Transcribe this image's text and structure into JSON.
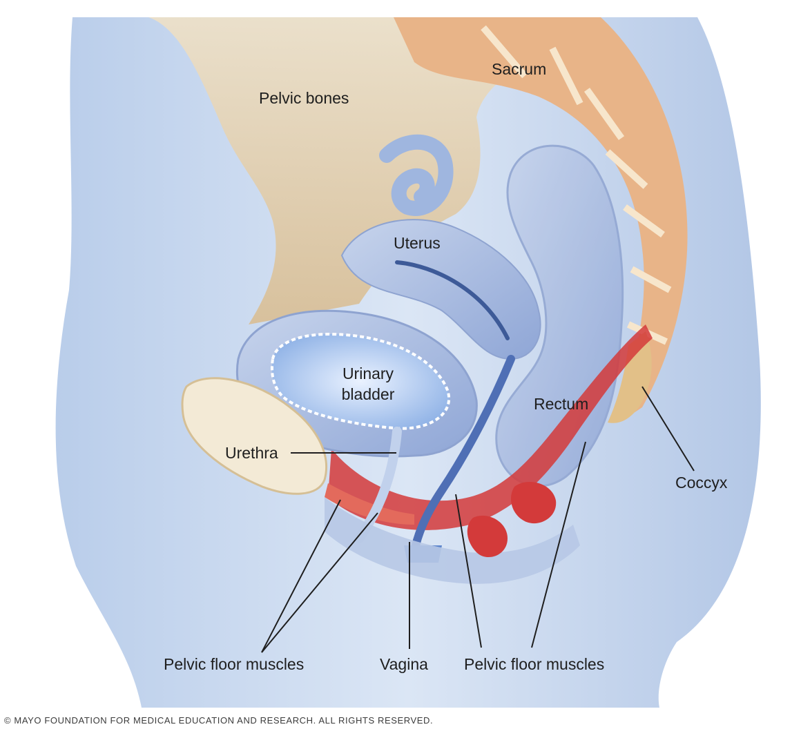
{
  "labels": {
    "sacrum": "Sacrum",
    "pelvic_bones": "Pelvic bones",
    "uterus": "Uterus",
    "urinary_bladder_line1": "Urinary",
    "urinary_bladder_line2": "bladder",
    "rectum": "Rectum",
    "urethra": "Urethra",
    "coccyx": "Coccyx",
    "pelvic_floor_muscles_left": "Pelvic floor muscles",
    "vagina": "Vagina",
    "pelvic_floor_muscles_right": "Pelvic floor muscles"
  },
  "copyright": "© MAYO FOUNDATION FOR MEDICAL EDUCATION AND RESEARCH. ALL RIGHTS RESERVED.",
  "colors": {
    "body": "#c9d9ef",
    "bone": "#e6d3b6",
    "bone_marrow": "#e8b488",
    "organ": "#a9bde0",
    "muscle": "#d33a3a",
    "pubic_bone": "#f3ead6"
  }
}
